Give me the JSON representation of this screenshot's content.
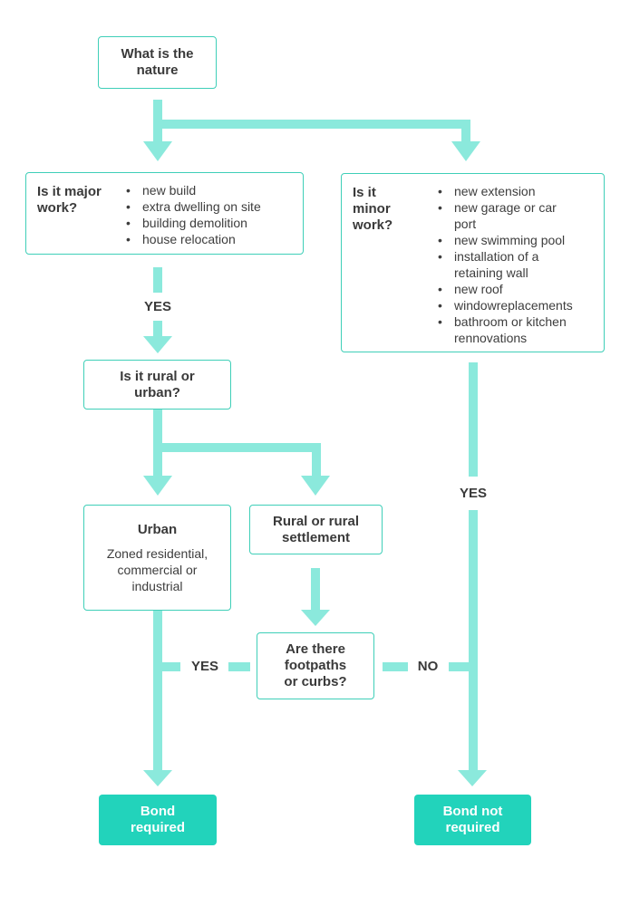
{
  "nodes": {
    "nature": {
      "line1": "What is the",
      "line2": "nature"
    },
    "major": {
      "question_line1": "Is it major",
      "question_line2": "work?",
      "items": [
        "new build",
        "extra dwelling on site",
        "building demolition",
        "house relocation"
      ]
    },
    "minor": {
      "question_line1": "Is it",
      "question_line2": "minor",
      "question_line3": "work?",
      "items": [
        {
          "l1": "new extension"
        },
        {
          "l1": "new garage or car",
          "l2": "port"
        },
        {
          "l1": "new swimming pool"
        },
        {
          "l1": "installation of a",
          "l2": "retaining wall"
        },
        {
          "l1": "new roof"
        },
        {
          "l1": "windowreplacements"
        },
        {
          "l1": "bathroom or kitchen",
          "l2": "rennovations"
        }
      ]
    },
    "rural_urban": {
      "line1": "Is it rural or",
      "line2": "urban?"
    },
    "urban": {
      "title": "Urban",
      "desc_line1": "Zoned residential,",
      "desc_line2": "commercial or",
      "desc_line3": "industrial"
    },
    "rural": {
      "line1": "Rural or rural",
      "line2": "settlement"
    },
    "footpaths": {
      "line1": "Are there",
      "line2": "footpaths",
      "line3": "or curbs?"
    },
    "bond_required": {
      "line1": "Bond",
      "line2": "required"
    },
    "bond_not_required": {
      "line1": "Bond not",
      "line2": "required"
    }
  },
  "labels": {
    "yes_major": "YES",
    "yes_minor": "YES",
    "yes_footpaths": "YES",
    "no_footpaths": "NO"
  },
  "colors": {
    "connector": "#8be9dc",
    "border": "#3fcfb8",
    "terminal": "#22d3bb",
    "text": "#3d3d3d"
  }
}
